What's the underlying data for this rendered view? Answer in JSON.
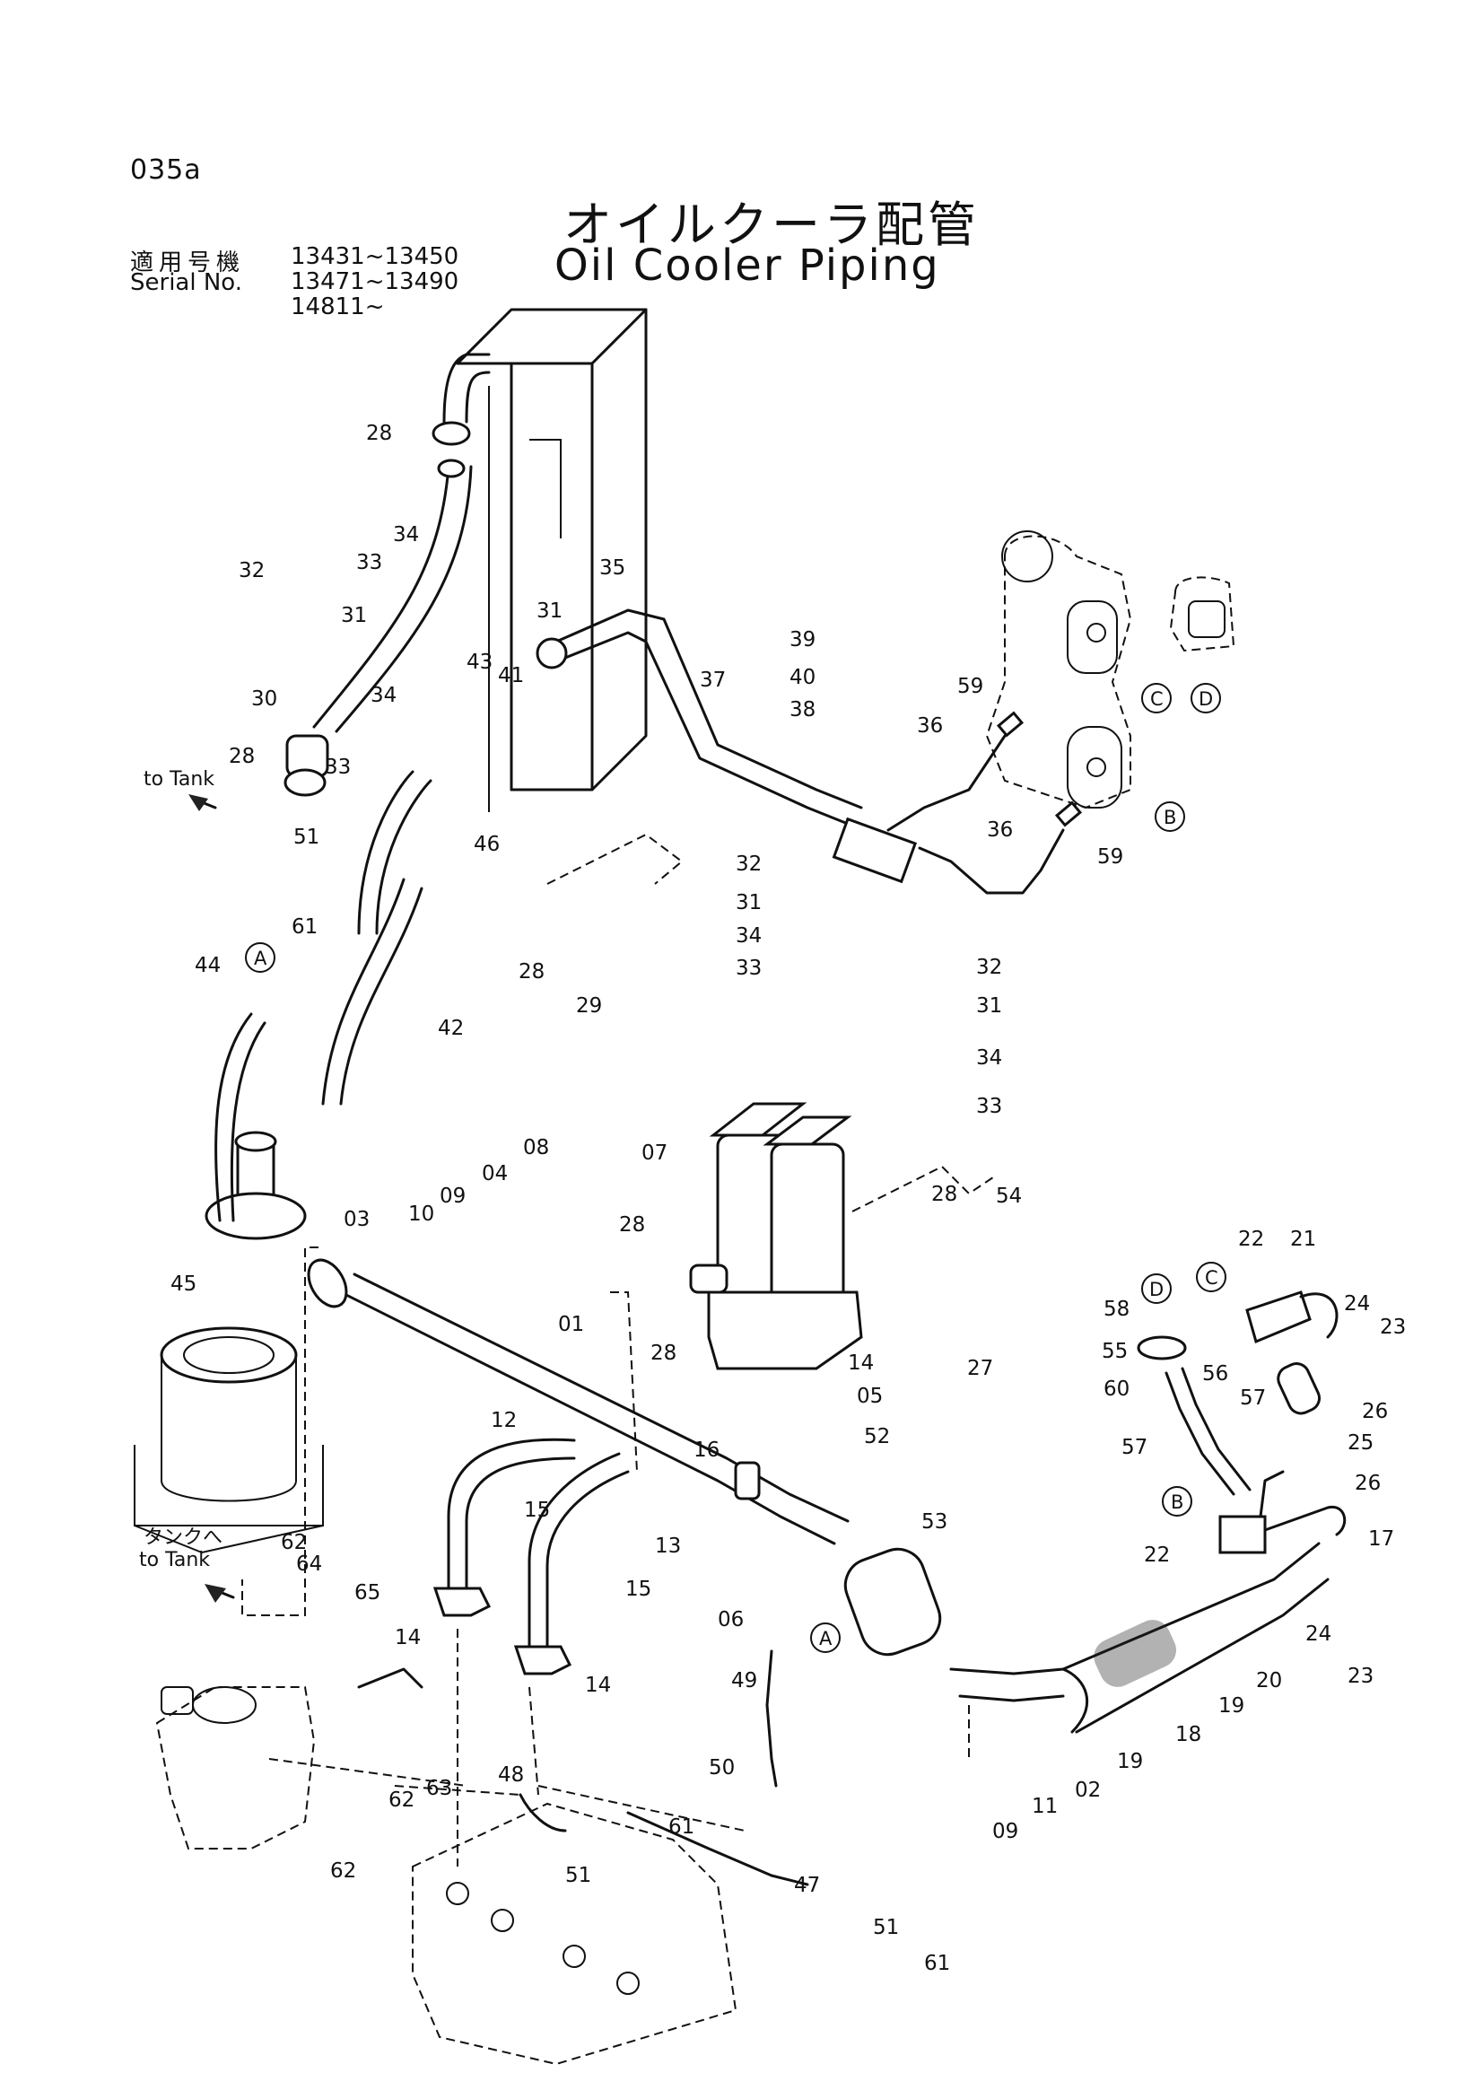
{
  "header": {
    "page_code": "035a",
    "title_jp": "オイルクーラ配管",
    "title_en": "Oil Cooler Piping",
    "serial_label_jp": "適用号機",
    "serial_label_en": "Serial No.",
    "serial_ranges": [
      "13431~13450",
      "13471~13490",
      "14811~"
    ]
  },
  "notes": {
    "to_tank_top": "to Tank",
    "to_tank_jp": "タンクへ",
    "to_tank_bottom": "to Tank"
  },
  "connectors": [
    "A",
    "B",
    "C",
    "D"
  ],
  "part_labels": [
    "01",
    "02",
    "03",
    "04",
    "05",
    "06",
    "07",
    "08",
    "09",
    "10",
    "11",
    "12",
    "13",
    "14",
    "15",
    "16",
    "17",
    "18",
    "19",
    "20",
    "21",
    "22",
    "23",
    "24",
    "25",
    "26",
    "27",
    "28",
    "29",
    "30",
    "31",
    "32",
    "33",
    "34",
    "35",
    "36",
    "37",
    "38",
    "39",
    "40",
    "41",
    "42",
    "43",
    "44",
    "45",
    "46",
    "47",
    "48",
    "49",
    "50",
    "51",
    "52",
    "53",
    "54",
    "55",
    "56",
    "57",
    "58",
    "59",
    "60",
    "61",
    "62",
    "63",
    "64",
    "65"
  ]
}
